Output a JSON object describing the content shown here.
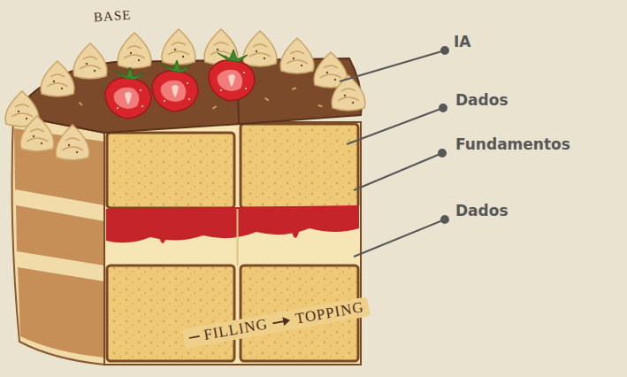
{
  "diagram": {
    "labels": [
      "BASE",
      "IA",
      "Dados",
      "Fundamentos",
      "Dados",
      "FILLING",
      "TOPPING"
    ]
  }
}
